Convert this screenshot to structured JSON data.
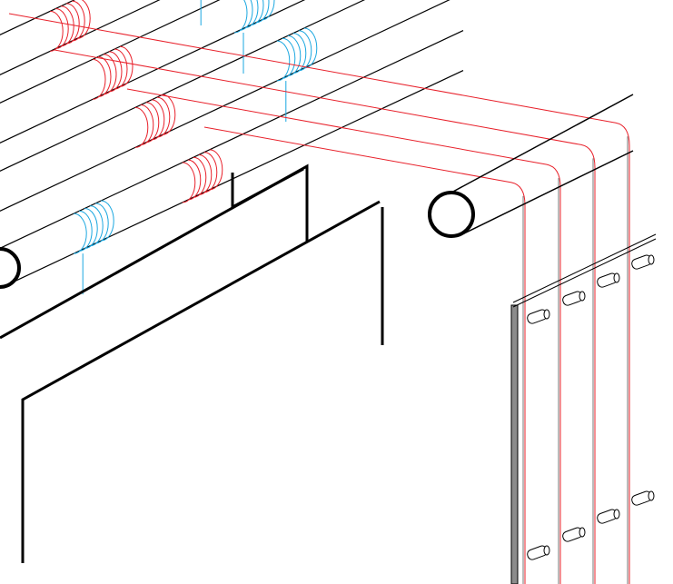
{
  "colors": {
    "background": "#ffffff",
    "structure": "#000000",
    "hot_line": "#e8202a",
    "cold_line": "#1aa7e0",
    "panel": "#808080"
  },
  "drawing": {
    "pipes": [
      {
        "red_ring_at": 0.58,
        "blue_ring_at": 0.12
      },
      {
        "red_ring_at": 0.38,
        "blue_ring_at": 0.98
      },
      {
        "red_ring_at": 0.2,
        "blue_ring_at": 0.8
      },
      {
        "red_ring_at": 0.02,
        "blue_ring_at": 0.62
      }
    ],
    "drop_count": 4
  }
}
